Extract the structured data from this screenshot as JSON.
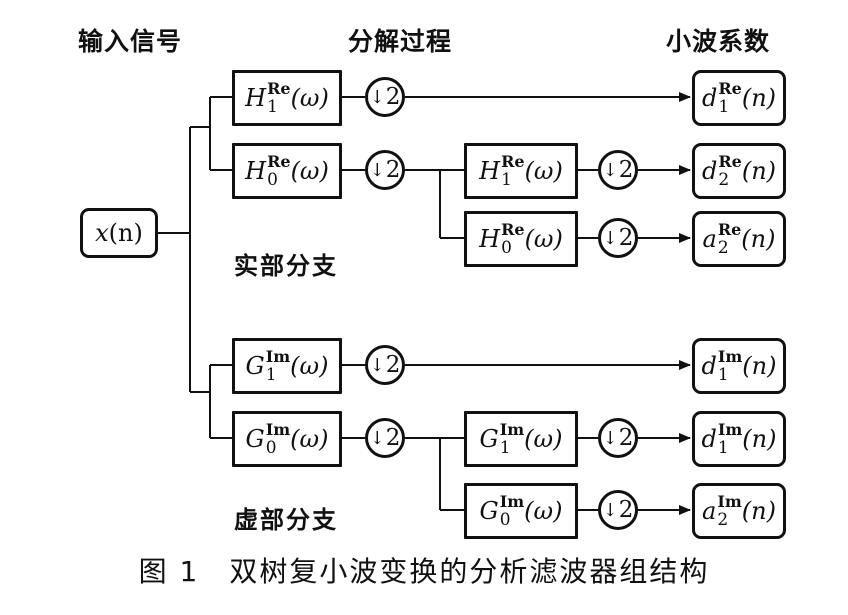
{
  "headers": {
    "input": "输入信号",
    "process": "分解过程",
    "coefficients": "小波系数"
  },
  "input_signal": {
    "var": "x",
    "arg": "(n)"
  },
  "real_branch_label": "实部分支",
  "imag_branch_label": "虚部分支",
  "filters": {
    "h1_re_l1": {
      "sym": "H",
      "sup": "Re",
      "sub": "1",
      "arg": "(ω)"
    },
    "h0_re_l1": {
      "sym": "H",
      "sup": "Re",
      "sub": "0",
      "arg": "(ω)"
    },
    "h1_re_l2": {
      "sym": "H",
      "sup": "Re",
      "sub": "1",
      "arg": "(ω)"
    },
    "h0_re_l2": {
      "sym": "H",
      "sup": "Re",
      "sub": "0",
      "arg": "(ω)"
    },
    "g1_im_l1": {
      "sym": "G",
      "sup": "Im",
      "sub": "1",
      "arg": "(ω)"
    },
    "g0_im_l1": {
      "sym": "G",
      "sup": "Im",
      "sub": "0",
      "arg": "(ω)"
    },
    "g1_im_l2": {
      "sym": "G",
      "sup": "Im",
      "sub": "1",
      "arg": "(ω)"
    },
    "g0_im_l2": {
      "sym": "G",
      "sup": "Im",
      "sub": "0",
      "arg": "(ω)"
    }
  },
  "downsampler": {
    "arrow": "↓",
    "factor": "2"
  },
  "coefficients": {
    "d1_re": {
      "sym": "d",
      "sup": "Re",
      "sub": "1",
      "arg": "(n)"
    },
    "d2_re": {
      "sym": "d",
      "sup": "Re",
      "sub": "2",
      "arg": "(n)"
    },
    "a2_re": {
      "sym": "a",
      "sup": "Re",
      "sub": "2",
      "arg": "(n)"
    },
    "d1_im": {
      "sym": "d",
      "sup": "Im",
      "sub": "1",
      "arg": "(n)"
    },
    "d1_im_b": {
      "sym": "d",
      "sup": "Im",
      "sub": "1",
      "arg": "(n)"
    },
    "a2_im": {
      "sym": "a",
      "sup": "Im",
      "sub": "2",
      "arg": "(n)"
    }
  },
  "caption": "图 1　双树复小波变换的分析滤波器组结构"
}
